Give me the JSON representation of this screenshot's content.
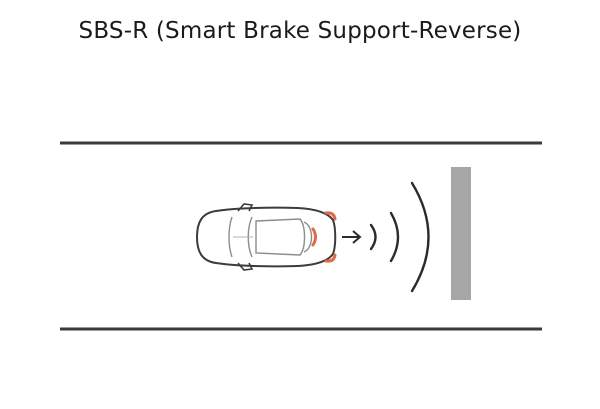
{
  "title": "SBS-R (Smart Brake Support-Reverse)",
  "colors": {
    "road_lines": "#3a3a3a",
    "car_outline": "#3c3c3c",
    "car_detail": "#8c8c8c",
    "sensor": "#e06a4a",
    "waves": "#2b2b2b",
    "obstacle": "#a6a6a6"
  },
  "icons": {
    "vehicle": "car-top-view",
    "direction": "arrow-right",
    "signal": "sensor-waves",
    "obstacle": "wall"
  }
}
